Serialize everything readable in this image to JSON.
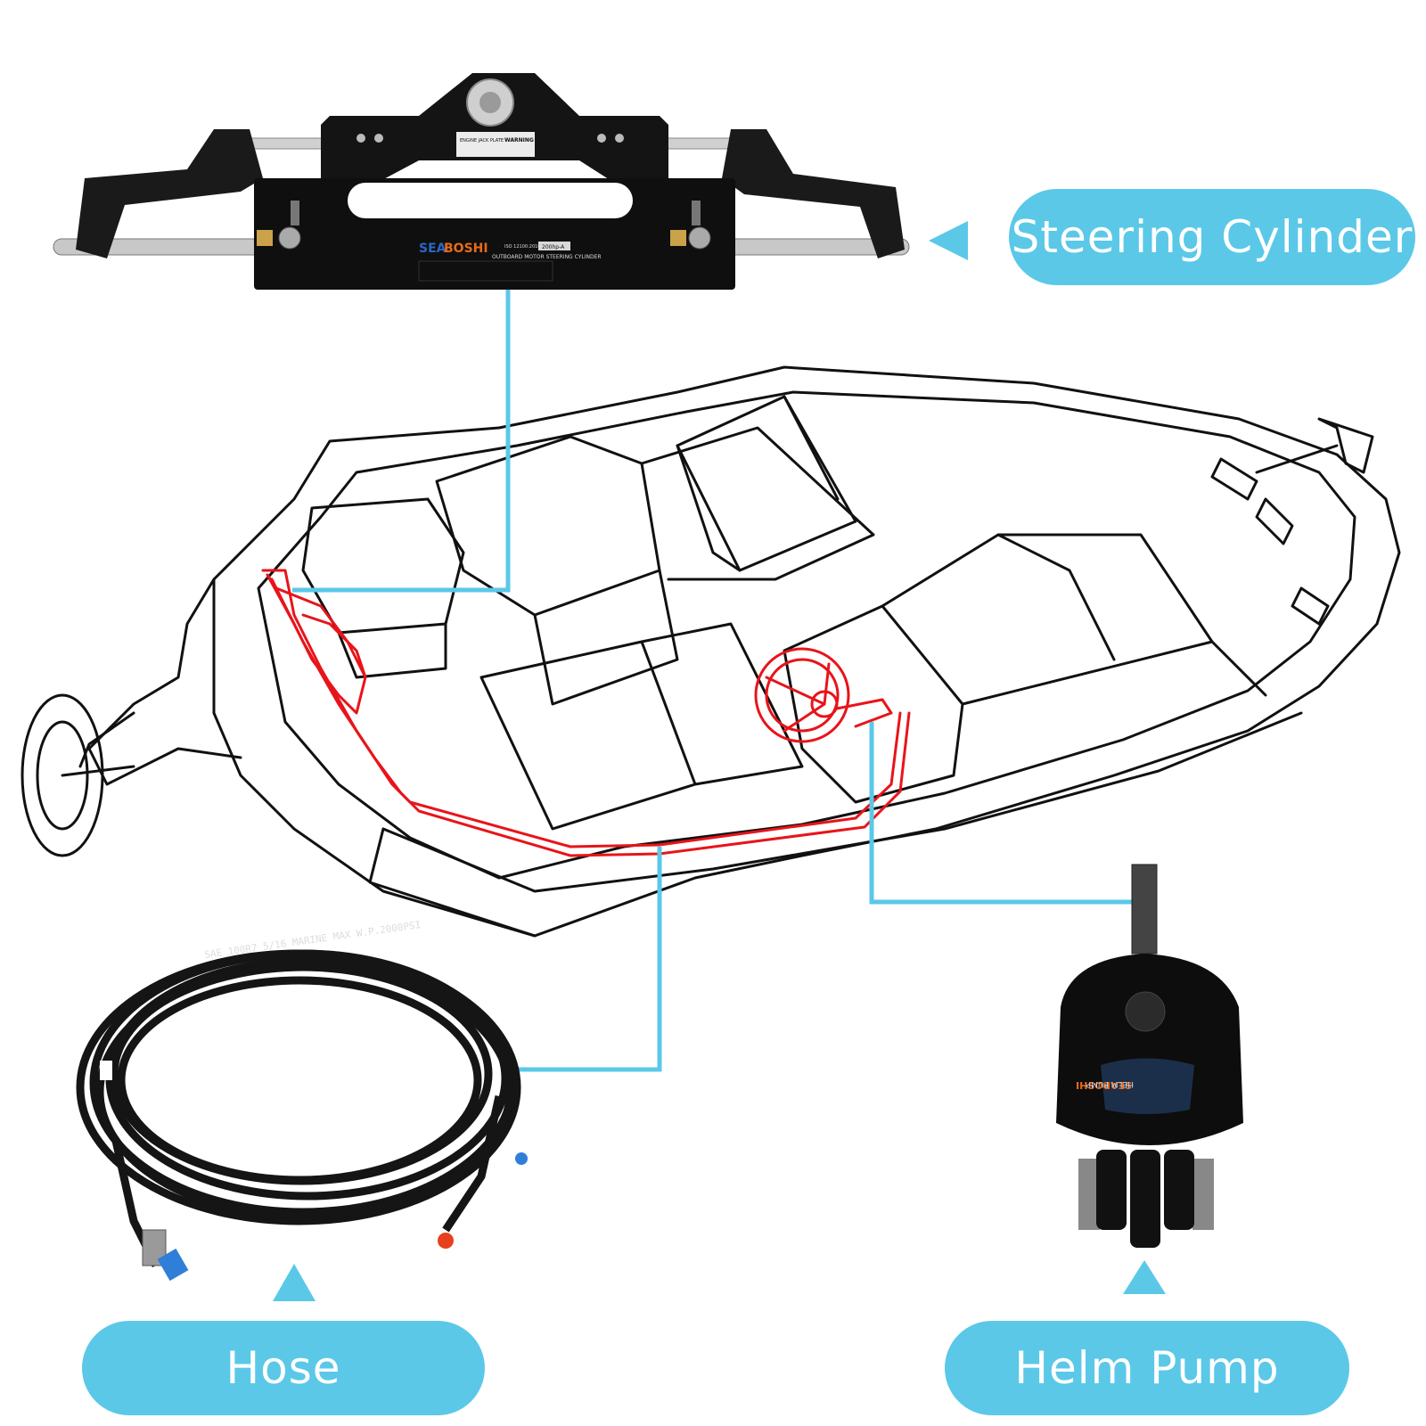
{
  "labels": {
    "steering_cylinder": "Steering Cylinder",
    "hose": "Hose",
    "helm_pump": "Helm Pump"
  },
  "cylinder_text": {
    "brand_prefix": "SEA",
    "brand_suffix": "BOSHI",
    "model": "OUTBOARD MOTOR STEERING CYLINDER",
    "rating": "200hp-A",
    "iso": "ISO 12100:2010",
    "plate_title": "ENGINE JACK PLATE",
    "plate_warning": "WARNING"
  },
  "hose_text": {
    "print": "SAE 100R7 5/16 MARINE MAX W.P.2000PSI"
  },
  "pump_text": {
    "brand": "SEABOSHI",
    "product": "HELM PUMP"
  },
  "colors": {
    "accent_blue": "#5bc8e8",
    "route_red": "#e8141a",
    "outline": "#111111"
  }
}
